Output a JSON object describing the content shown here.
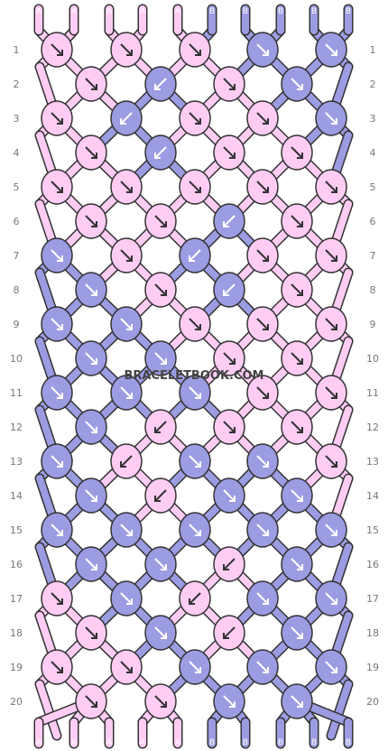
{
  "watermark": "BRACELETBOOK.COM",
  "colors": {
    "A": "#ffccf4",
    "B": "#9c9ce3"
  },
  "top_strings": [
    "A",
    "A",
    "A",
    "A",
    "A",
    "B",
    "B",
    "B",
    "B",
    "B"
  ],
  "bottom_strings": [
    "A",
    "A",
    "A",
    "A",
    "A",
    "B",
    "B",
    "B",
    "B",
    "B"
  ],
  "rows": [
    {
      "label": "1",
      "knots": [
        [
          "A",
          "f"
        ],
        [
          "A",
          "f"
        ],
        [
          "A",
          "f"
        ],
        [
          "B",
          "f"
        ],
        [
          "B",
          "f"
        ]
      ]
    },
    {
      "label": "2",
      "knots": [
        [
          "A",
          "f"
        ],
        [
          "B",
          "b"
        ],
        [
          "A",
          "f"
        ],
        [
          "B",
          "f"
        ]
      ]
    },
    {
      "label": "3",
      "knots": [
        [
          "A",
          "f"
        ],
        [
          "B",
          "b"
        ],
        [
          "A",
          "f"
        ],
        [
          "A",
          "f"
        ],
        [
          "B",
          "f"
        ]
      ]
    },
    {
      "label": "4",
      "knots": [
        [
          "A",
          "f"
        ],
        [
          "B",
          "b"
        ],
        [
          "A",
          "f"
        ],
        [
          "A",
          "f"
        ]
      ]
    },
    {
      "label": "5",
      "knots": [
        [
          "A",
          "f"
        ],
        [
          "A",
          "f"
        ],
        [
          "A",
          "f"
        ],
        [
          "A",
          "f"
        ],
        [
          "A",
          "f"
        ]
      ]
    },
    {
      "label": "6",
      "knots": [
        [
          "A",
          "f"
        ],
        [
          "A",
          "f"
        ],
        [
          "B",
          "b"
        ],
        [
          "A",
          "f"
        ]
      ]
    },
    {
      "label": "7",
      "knots": [
        [
          "B",
          "f"
        ],
        [
          "A",
          "f"
        ],
        [
          "B",
          "b"
        ],
        [
          "A",
          "f"
        ],
        [
          "A",
          "f"
        ]
      ]
    },
    {
      "label": "8",
      "knots": [
        [
          "B",
          "f"
        ],
        [
          "A",
          "f"
        ],
        [
          "B",
          "b"
        ],
        [
          "A",
          "f"
        ]
      ]
    },
    {
      "label": "9",
      "knots": [
        [
          "B",
          "f"
        ],
        [
          "B",
          "f"
        ],
        [
          "A",
          "f"
        ],
        [
          "A",
          "f"
        ],
        [
          "A",
          "f"
        ]
      ]
    },
    {
      "label": "10",
      "knots": [
        [
          "B",
          "f"
        ],
        [
          "B",
          "f"
        ],
        [
          "A",
          "f"
        ],
        [
          "A",
          "f"
        ]
      ]
    },
    {
      "label": "11",
      "knots": [
        [
          "B",
          "f"
        ],
        [
          "B",
          "f"
        ],
        [
          "B",
          "f"
        ],
        [
          "A",
          "f"
        ],
        [
          "A",
          "f"
        ]
      ]
    },
    {
      "label": "12",
      "knots": [
        [
          "B",
          "f"
        ],
        [
          "A",
          "b"
        ],
        [
          "A",
          "f"
        ],
        [
          "A",
          "f"
        ]
      ]
    },
    {
      "label": "13",
      "knots": [
        [
          "B",
          "f"
        ],
        [
          "A",
          "b"
        ],
        [
          "B",
          "f"
        ],
        [
          "B",
          "f"
        ],
        [
          "A",
          "f"
        ]
      ]
    },
    {
      "label": "14",
      "knots": [
        [
          "B",
          "f"
        ],
        [
          "A",
          "b"
        ],
        [
          "B",
          "f"
        ],
        [
          "B",
          "f"
        ]
      ]
    },
    {
      "label": "15",
      "knots": [
        [
          "B",
          "f"
        ],
        [
          "B",
          "f"
        ],
        [
          "B",
          "f"
        ],
        [
          "B",
          "f"
        ],
        [
          "B",
          "f"
        ]
      ]
    },
    {
      "label": "16",
      "knots": [
        [
          "B",
          "f"
        ],
        [
          "B",
          "f"
        ],
        [
          "A",
          "b"
        ],
        [
          "B",
          "f"
        ]
      ]
    },
    {
      "label": "17",
      "knots": [
        [
          "A",
          "f"
        ],
        [
          "B",
          "f"
        ],
        [
          "A",
          "b"
        ],
        [
          "B",
          "f"
        ],
        [
          "B",
          "f"
        ]
      ]
    },
    {
      "label": "18",
      "knots": [
        [
          "A",
          "f"
        ],
        [
          "B",
          "f"
        ],
        [
          "A",
          "b"
        ],
        [
          "B",
          "f"
        ]
      ]
    },
    {
      "label": "19",
      "knots": [
        [
          "A",
          "f"
        ],
        [
          "A",
          "f"
        ],
        [
          "B",
          "f"
        ],
        [
          "B",
          "f"
        ],
        [
          "B",
          "f"
        ]
      ]
    },
    {
      "label": "20",
      "knots": [
        [
          "A",
          "f"
        ],
        [
          "A",
          "f"
        ],
        [
          "B",
          "f"
        ],
        [
          "B",
          "f"
        ]
      ]
    }
  ]
}
